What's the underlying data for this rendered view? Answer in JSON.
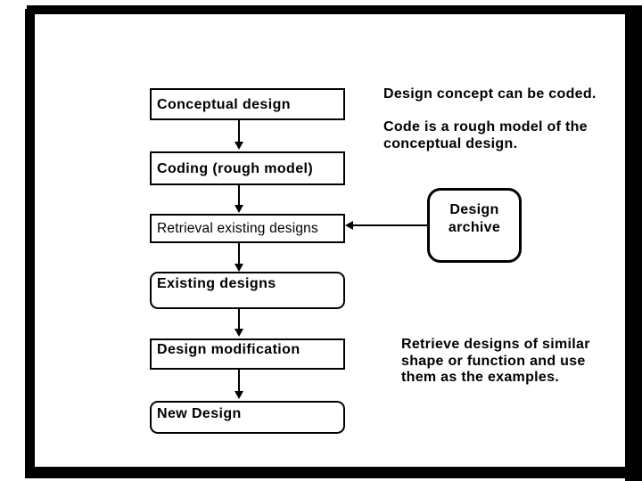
{
  "slide": {
    "background": "#ffffff",
    "frame_color": "#000000",
    "ink_color": "#000000"
  },
  "flowchart": {
    "boxes": [
      {
        "id": "conceptual-design",
        "label": "Conceptual design",
        "shape": "rect"
      },
      {
        "id": "coding-rough-model",
        "label": "Coding (rough model)",
        "shape": "rect"
      },
      {
        "id": "retrieval-existing-designs",
        "label": "Retrieval existing designs",
        "shape": "rect"
      },
      {
        "id": "existing-designs",
        "label": "Existing designs",
        "shape": "rounded"
      },
      {
        "id": "design-modification",
        "label": "Design modification",
        "shape": "rect"
      },
      {
        "id": "new-design",
        "label": "New Design",
        "shape": "rounded"
      }
    ],
    "archive_box": {
      "label": "Design\narchive",
      "shape": "rounded"
    }
  },
  "annotations": [
    {
      "text": "Design concept can be coded."
    },
    {
      "text": "Code is a rough model of the\nconceptual design."
    },
    {
      "text": "Retrieve designs of similar\nshape or function and use\nthem as the examples."
    }
  ]
}
